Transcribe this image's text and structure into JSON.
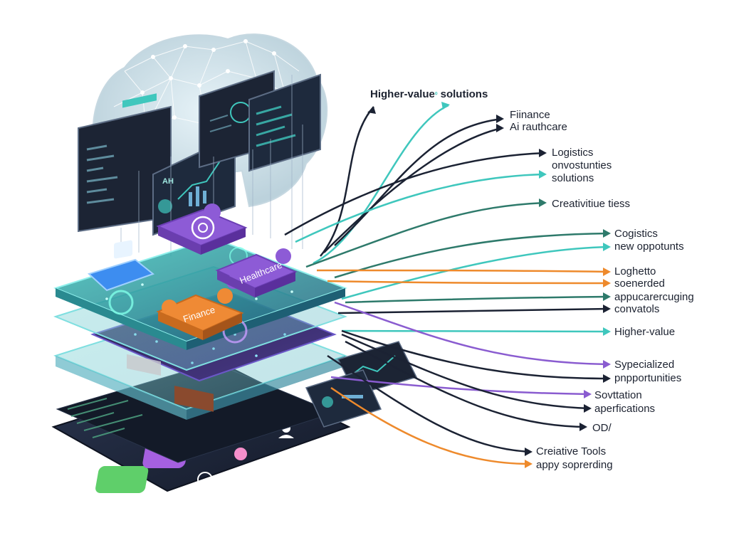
{
  "labels": {
    "title": "Higher-value",
    "title_sup": "⁰",
    "title_tail": " solutions",
    "l1": "Fiinance",
    "l2": "Ai rauthcare",
    "l3": "Logistics",
    "l4": "onvostunties",
    "l5": "solutions",
    "l6": "Creativitiue tiess",
    "l7": "Cogistics",
    "l8": "new oppotunts",
    "l9": "Loghetto",
    "l10": "soenerded",
    "l11": "appucarercuging",
    "l12": "convatols",
    "l13": "Higher-value",
    "l14": "Sypecialized",
    "l15": "pnpportunities",
    "l16": "Sovttation",
    "l17": "aperfications",
    "l18": "OD/",
    "l19": "Creiative Tools",
    "l20": "appy soprerding"
  },
  "puzzle": {
    "finance": "Finance",
    "healthcare": "Healthcare"
  },
  "panel": {
    "ai_badge": "AH"
  },
  "colors": {
    "teal": "#3fc7bd",
    "navy": "#1b2233",
    "orange": "#ee8a2c",
    "purple": "#8a5cd0",
    "green": "#2e7a6b",
    "puzzle_purple": "#8d5bd6",
    "puzzle_orange": "#ef8a35"
  },
  "icons": {
    "brain": "brain-network-icon",
    "document": "document-icon",
    "chip": "chip-icon",
    "user": "user-icon",
    "time": "clock-icon",
    "gallery": "gallery-icon"
  }
}
